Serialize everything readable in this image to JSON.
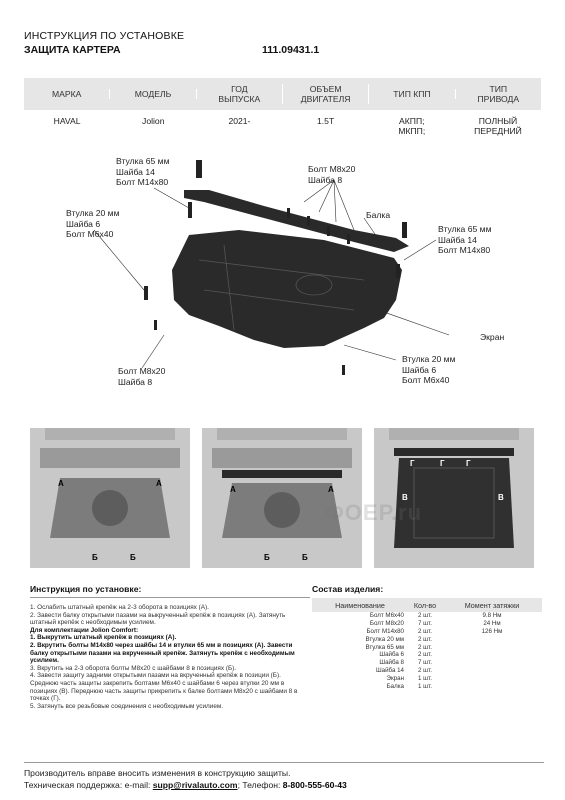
{
  "header": {
    "line1": "ИНСТРУКЦИЯ ПО УСТАНОВКЕ",
    "line2": "ЗАЩИТА КАРТЕРА",
    "code": "111.09431.1"
  },
  "spec": {
    "headers": [
      "МАРКА",
      "МОДЕЛЬ",
      "ГОД\nВЫПУСКА",
      "ОБЪЕМ\nДВИГАТЕЛЯ",
      "ТИП КПП",
      "ТИП\nПРИВОДА"
    ],
    "values": [
      "HAVAL",
      "Jolion",
      "2021-",
      "1.5T",
      "АКПП;\nМКПП;",
      "ПОЛНЫЙ\nПЕРЕДНИЙ"
    ]
  },
  "callouts": {
    "top_left": "Втулка 65 мм\nШайба 14\nБолт М14х80",
    "top_center": "Болт М8х20\nШайба 8",
    "beam": "Балка",
    "left": "Втулка 20 мм\nШайба 6\nБолт М6х40",
    "right": "Втулка 65 мм\nШайба 14\nБолт М14х80",
    "screen": "Экран",
    "bottom_right": "Втулка 20 мм\nШайба 6\nБолт М6х40",
    "bottom_left": "Болт М8х20\nШайба 8"
  },
  "photo_markers": {
    "a": "А",
    "b": "Б",
    "v": "В",
    "g": "Г"
  },
  "instructions": {
    "title": "Инструкция по установке:",
    "steps": [
      {
        "text": "1. Ослабить штатный крепёж на 2-3 оборота в позициях (А).",
        "bold": false
      },
      {
        "text": "2. Завести балку открытыми пазами на выкрученный крепёж в позициях (А). Затянуть штатный крепёж с необходимым усилием.",
        "bold": false
      },
      {
        "text": "Для комплектации Jolion Comfort:",
        "bold": true
      },
      {
        "text": "1. Выкрутить штатный крепёж в позициях (А).",
        "bold": true
      },
      {
        "text": "2. Вкрутить болты М14х80 через шайбы 14 и втулки 65 мм в позициях (А). Завести балку открытыми пазами на вкрученный крепёж. Затянуть крепёж с необходимым усилием.",
        "bold": true
      },
      {
        "text": "3. Вкрутить на 2-3 оборота болты М8х20 с шайбами 8 в позициях (Б).",
        "bold": false
      },
      {
        "text": "4. Завести защиту задними открытыми пазами на вкрученный крепёж в позиции (Б). Среднюю часть защиты закрепить болтами М6х40 с шайбами 6 через втулки 20 мм в позициях (В). Переднюю часть защиты прикрепить к балке болтами М8х20 с шайбами 8 в точках (Г).",
        "bold": false
      },
      {
        "text": "5. Затянуть все резьбовые соединения с необходимым усилием.",
        "bold": false
      }
    ]
  },
  "kit": {
    "title": "Состав изделия:",
    "headers": [
      "Наименование",
      "Кол-во",
      "Момент затяжки"
    ],
    "rows": [
      [
        "Болт М6х40",
        "2 шт.",
        "9.8 Нм"
      ],
      [
        "Болт М8х20",
        "7 шт.",
        "24 Нм"
      ],
      [
        "Болт М14х80",
        "2 шт.",
        "126 Нм"
      ],
      [
        "Втулка 20 мм",
        "2 шт.",
        ""
      ],
      [
        "Втулка 65 мм",
        "2 шт.",
        ""
      ],
      [
        "Шайба 6",
        "2 шт.",
        ""
      ],
      [
        "Шайба 8",
        "7 шт.",
        ""
      ],
      [
        "Шайба 14",
        "2 шт.",
        ""
      ],
      [
        "Экран",
        "1 шт.",
        ""
      ],
      [
        "Балка",
        "1 шт.",
        ""
      ]
    ]
  },
  "watermark": "ФОЕР.ru",
  "footer": {
    "line1": "Производитель вправе вносить изменения в конструкцию защиты.",
    "support_label": "Техническая поддержка:  e-mail: ",
    "email": "supp@rivalauto.com",
    "phone_label": "; Телефон: ",
    "phone": "8-800-555-60-43"
  },
  "colors": {
    "part_fill": "#2a2a2a",
    "header_bg": "#e6e6e6",
    "photo_bg": "#c8c8c8"
  }
}
